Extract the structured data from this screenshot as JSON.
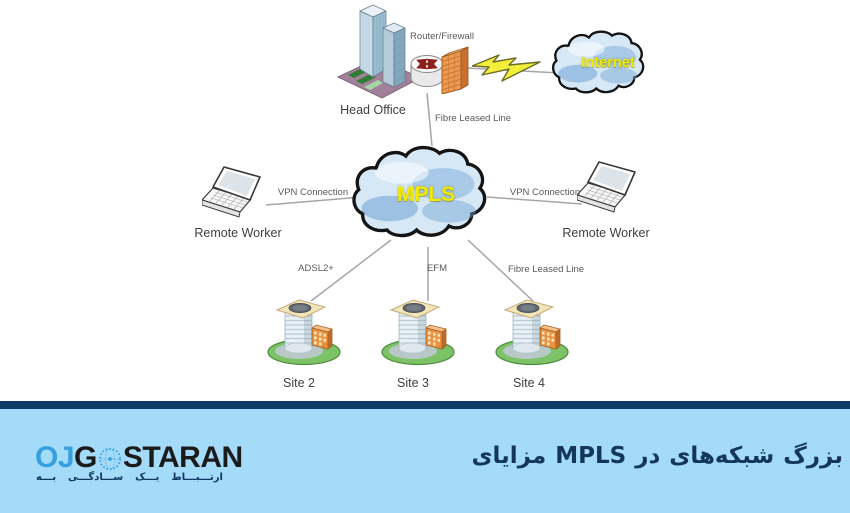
{
  "diagram": {
    "nodes": {
      "head_office": "Head Office",
      "router_firewall": "Router/Firewall",
      "internet": "Internet",
      "mpls": "MPLS",
      "remote_worker_left": "Remote Worker",
      "remote_worker_right": "Remote Worker",
      "site2": "Site 2",
      "site3": "Site 3",
      "site4": "Site 4"
    },
    "links": {
      "fibre_top": "Fibre Leased Line",
      "vpn_left": "VPN Connection",
      "vpn_right": "VPN Connection",
      "adsl": "ADSL2+",
      "efm": "EFM",
      "fibre_bottom": "Fibre Leased Line"
    }
  },
  "footer": {
    "logo": {
      "oj": "OJ",
      "g": "G",
      "staran": "STARAN"
    },
    "tagline_words": [
      "بـــه",
      "ســـادگـــی",
      "یـــک",
      "ارتـــبـــاط"
    ],
    "title_words": [
      "مزایای",
      "MPLS",
      "در",
      "شبکه‌های",
      "بزرگ"
    ],
    "colors": {
      "footer_bg": "#a3dbf9",
      "bar_navy": "#0d3e67",
      "logo_blue": "#36a0de",
      "navy_text": "#15365c",
      "cloud_label_yellow": "#f2ea00"
    }
  }
}
